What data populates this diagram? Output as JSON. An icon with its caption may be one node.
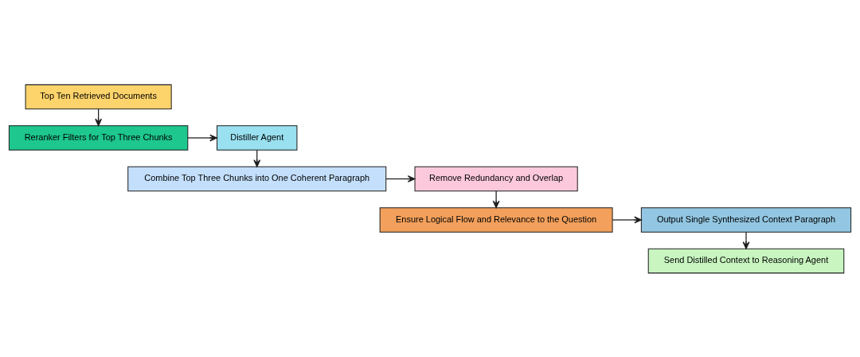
{
  "diagram": {
    "nodes": [
      {
        "text": [
          "Top Ten Retrieved Documents"
        ]
      },
      {
        "text": [
          "Reranker Filters for Top Three Chunks"
        ]
      },
      {
        "text": [
          "Distiller Agent"
        ]
      },
      {
        "text": [
          "Combine Top Three Chunks into One Coherent Paragraph"
        ]
      },
      {
        "text": [
          "Remove Redundancy and Overlap"
        ]
      },
      {
        "text": [
          "Ensure Logical Flow and Relevance to the Question"
        ]
      },
      {
        "text": [
          "Output Single Synthesized Context Paragraph"
        ]
      },
      {
        "text": [
          "Send Distilled Context to Reasoning Agent"
        ]
      }
    ],
    "edges": [
      {
        "from": 0,
        "to": 1,
        "arrow": "to"
      },
      {
        "from": 1,
        "to": 2,
        "arrow": "to"
      },
      {
        "from": 2,
        "to": 3,
        "arrow": "to"
      },
      {
        "from": 3,
        "to": 4,
        "arrow": "to"
      },
      {
        "from": 4,
        "to": 5,
        "arrow": "to"
      },
      {
        "from": 5,
        "to": 6,
        "arrow": "to"
      },
      {
        "from": 6,
        "to": 7,
        "arrow": "to"
      }
    ]
  }
}
